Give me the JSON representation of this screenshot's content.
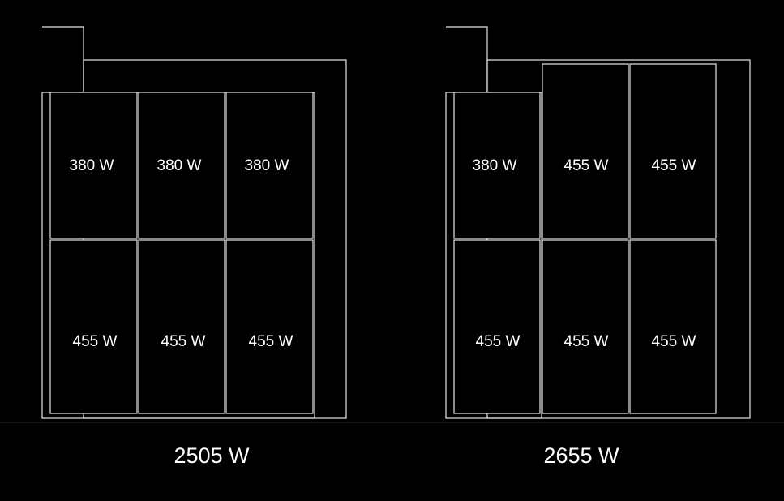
{
  "layouts": [
    {
      "name": "layout-left",
      "total": "2505 W",
      "panels": [
        {
          "label": "380 W"
        },
        {
          "label": "380 W"
        },
        {
          "label": "380 W"
        },
        {
          "label": "455 W"
        },
        {
          "label": "455 W"
        },
        {
          "label": "455 W"
        }
      ]
    },
    {
      "name": "layout-right",
      "total": "2655 W",
      "panels": [
        {
          "label": "380 W"
        },
        {
          "label": "455 W"
        },
        {
          "label": "455 W"
        },
        {
          "label": "455 W"
        },
        {
          "label": "455 W"
        },
        {
          "label": "455 W"
        }
      ]
    }
  ],
  "colors": {
    "background": "#000000",
    "stroke": "#e6e6e6",
    "text": "#ffffff"
  }
}
